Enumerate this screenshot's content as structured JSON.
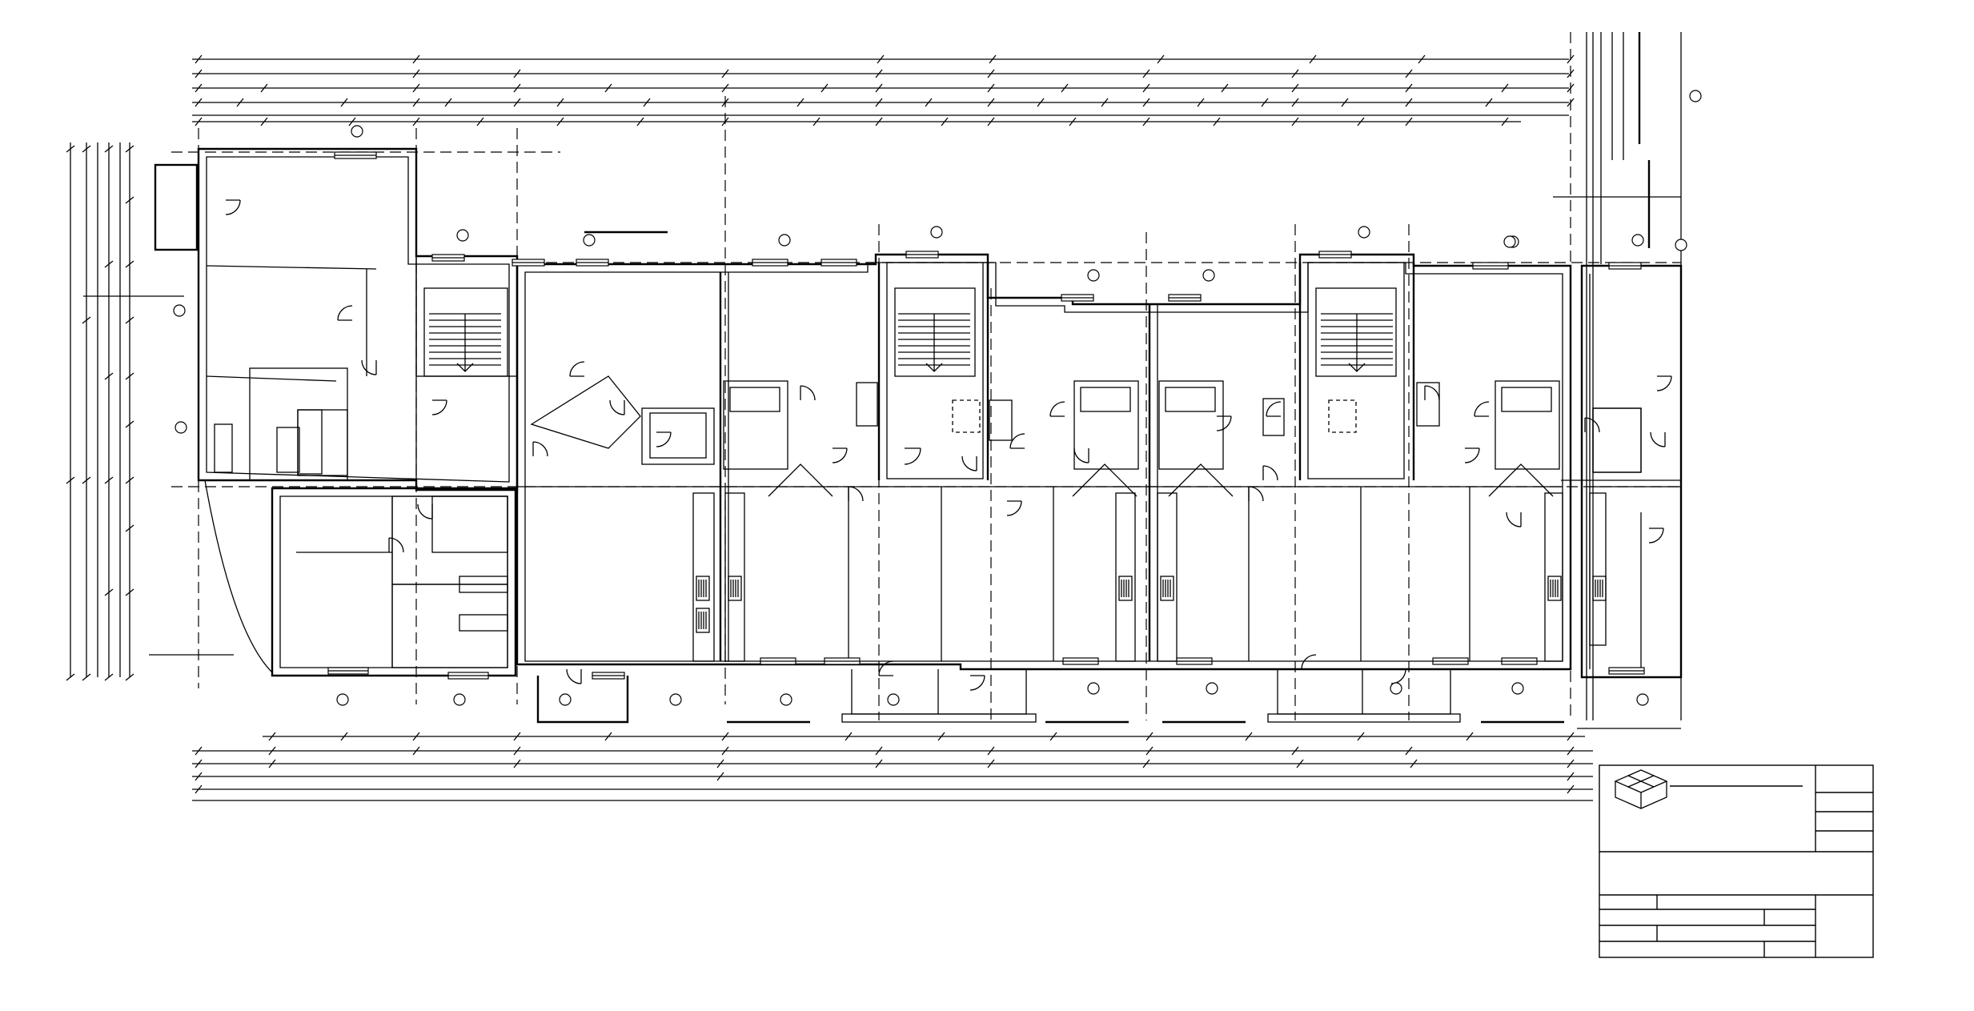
{
  "drawing": {
    "kind": "floor-plan",
    "line_color": "#000000",
    "background": "#ffffff",
    "sections": [
      "left-wing",
      "center-block",
      "right-block"
    ],
    "stair_cores": 3,
    "balconies": 4
  },
  "title_block": {
    "logo_icon": "cube-logo-icon",
    "fields": [
      "",
      "",
      "",
      "",
      "",
      "",
      ""
    ]
  }
}
